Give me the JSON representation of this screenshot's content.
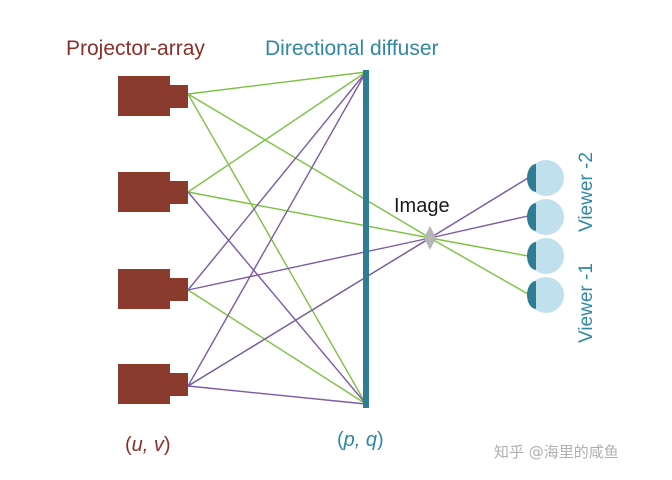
{
  "labels": {
    "projector_array": "Projector-array",
    "directional_diffuser": "Directional diffuser",
    "image": "Image",
    "viewer_1": "Viewer -1",
    "viewer_2": "Viewer -2",
    "uv_open": "(",
    "uv_vars": "u, v",
    "uv_close": ")",
    "pq_open": "(",
    "pq_vars": "p, q",
    "pq_close": ")"
  },
  "watermark": "知乎 @海里的咸鱼",
  "colors": {
    "projector": "#8b3a2e",
    "projector_label": "#8b2f2a",
    "diffuser": "#2e7d95",
    "diffuser_label": "#2f88a6",
    "green_ray": "#7cc242",
    "purple_ray": "#7c5aa6",
    "eye_fill": "#bfe0ec",
    "eye_pupil": "#2e7d95",
    "image_point": "#b5b5b5",
    "watermark": "#b0b0b0"
  },
  "icons": {
    "projector": "projector-icon",
    "eye": "eye-icon"
  }
}
